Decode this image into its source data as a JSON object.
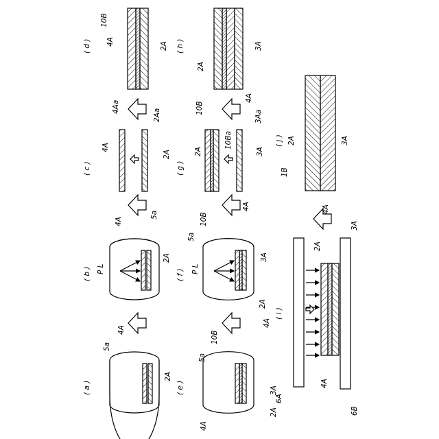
{
  "figure": {
    "panel_labels": {
      "a": "( a )",
      "b": "( b )",
      "c": "( c )",
      "d": "( d )",
      "e": "( e )",
      "f": "( f )",
      "g": "( g )",
      "h": "( h )",
      "i": "( i )",
      "j": "( j )"
    },
    "labels": {
      "l10B": "10B",
      "l4A": "4A",
      "l2A": "2A",
      "l3A": "3A",
      "l5a": "5a",
      "PL": "P L",
      "l4Aa": "4Aa",
      "l2Aa": "2Aa",
      "l3Aa": "3Aa",
      "l10Ba": "10Ba",
      "l6A": "6A",
      "l6B": "6B",
      "l1B": "1B"
    }
  }
}
